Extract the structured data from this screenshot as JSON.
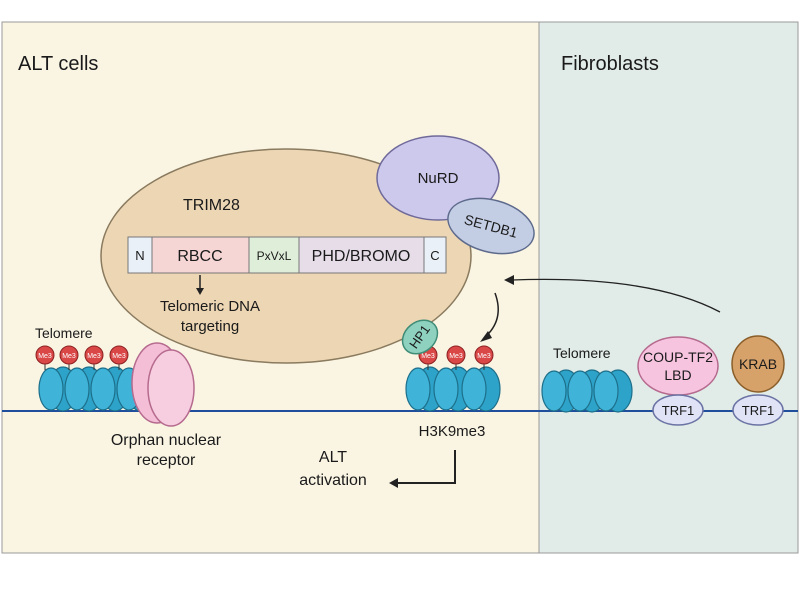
{
  "panels": {
    "left_title": "ALT cells",
    "right_title": "Fibroblasts"
  },
  "trim28": {
    "name": "TRIM28",
    "domains": [
      "N",
      "RBCC",
      "PxVxL",
      "PHD/BROMO",
      "C"
    ],
    "targeting_label_line1": "Telomeric DNA",
    "targeting_label_line2": "targeting"
  },
  "complexes": {
    "nurd": "NuRD",
    "setdb1": "SETDB1",
    "hp1": "HP1"
  },
  "left": {
    "telomere": "Telomere",
    "orphan_line1": "Orphan nuclear",
    "orphan_line2": "receptor",
    "h3k9me3": "H3K9me3",
    "alt_line1": "ALT",
    "alt_line2": "activation",
    "me3": "Me3"
  },
  "right": {
    "telomere": "Telomere",
    "coup_line1": "COUP-TF2",
    "coup_line2": "LBD",
    "krab": "KRAB",
    "trf1": "TRF1"
  },
  "colors": {
    "left_bg": "#faf5e3",
    "right_bg": "#e1ece8",
    "trim28_fill": "#ecd6b4",
    "nurd_fill": "#cdc9ec",
    "setdb1_fill": "#c3cde3",
    "hp1_fill": "#8fd1bf",
    "me3_fill": "#d94747",
    "nucleosome": "#2ea3c9",
    "orphan_fill": "#f4bfd6",
    "coup_fill": "#f7c4e0",
    "krab_fill": "#d7a26a",
    "trf1_fill": "#dfe3f5"
  }
}
